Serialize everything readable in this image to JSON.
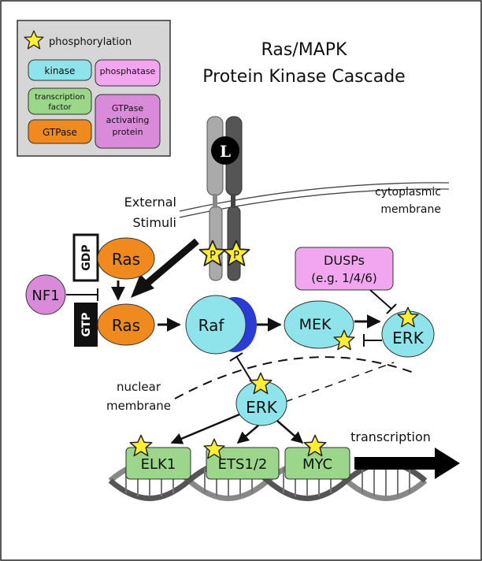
{
  "title": {
    "line1": "Ras/MAPK",
    "line2": "Protein Kinase Cascade"
  },
  "legend": {
    "phosphorylation": "phosphorylation",
    "kinase": "kinase",
    "phosphatase": "phosphatase",
    "transcription_factor_line1": "transcription",
    "transcription_factor_line2": "factor",
    "gtpase_activating_line1": "GTPase",
    "gtpase_activating_line2": "activating",
    "gtpase_activating_line3": "protein",
    "gtpase": "GTPase"
  },
  "colors": {
    "kinase": "#8fe3ea",
    "phosphatase": "#f2a6f0",
    "transcription_factor": "#9bd68a",
    "gtpase": "#f08a1e",
    "gap": "#d98ad8",
    "star": "#ffee33",
    "legend_bg": "#d6d6d6"
  },
  "receptor": {
    "ligand": "L",
    "phospho_left": "P",
    "phospho_right": "P"
  },
  "labels": {
    "external_line1": "External",
    "external_line2": "Stimuli",
    "cyto_line1": "cytoplasmic",
    "cyto_line2": "membrane",
    "nuclear_line1": "nuclear",
    "nuclear_line2": "membrane",
    "transcription": "transcription"
  },
  "nodes": {
    "gdp": "GDP",
    "gtp": "GTP",
    "ras_top": "Ras",
    "ras_bottom": "Ras",
    "nf1": "NF1",
    "raf": "Raf",
    "mek": "MEK",
    "erk_cyto": "ERK",
    "erk_nuc": "ERK",
    "dusps_line1": "DUSPs",
    "dusps_line2": "(e.g. 1/4/6)",
    "elk1": "ELK1",
    "ets": "ETS1/2",
    "myc": "MYC"
  }
}
